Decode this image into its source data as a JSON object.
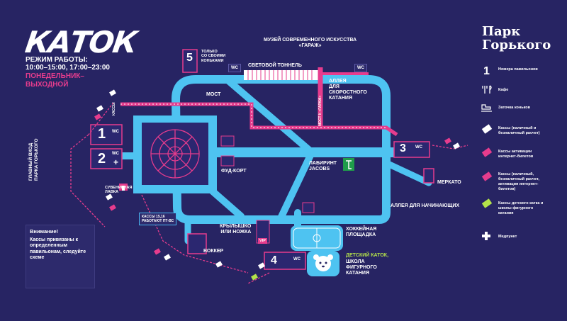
{
  "header": {
    "logo_text": "КАТОК",
    "hours_title": "РЕЖИМ РАБОТЫ:",
    "hours": "10:00–15:00, 17:00–23:00",
    "closed_day": "ПОНЕДЕЛЬНИК–\nВЫХОДНОЙ",
    "park_name": "Парк\nГорького"
  },
  "map_labels": {
    "main_entrance": "ГЛАВНЫЙ ВХОД\nПАРКА ГОРЬКОГО",
    "museum": "МУЗЕЙ СОВРЕМЕННОГО ИСКУССТВА\n«ГАРАЖ»",
    "tunnel": "СВЕТОВОЙ ТОННЕЛЬ",
    "bridge": "МОСТ",
    "fast_skating_alley": "АЛЛЕЯ\nДЛЯ\nСКОРОСТНОГО\nКАТАНИЯ",
    "garage_bridge": "МОСТ К «ГАРАЖ»",
    "food_court": "ФУД-КОРТ",
    "labyrinth": "ЛАБИРИНТ\nJACOBS",
    "merkato": "МЕРКАТО",
    "beginners_alley": "АЛЛЕЯ ДЛЯ НАЧИНАЮЩИХ",
    "souvenir_shop": "СУВЕНИРНАЯ\nЛАВКА",
    "kassy_cashier": "КАССЫ",
    "kassy_note": "КАССЫ 15,16\nРАБОТАЮТ ПТ-ВС",
    "wings_legs": "КРЫЛЫШКО\nИЛИ НОЖКА",
    "vip": "VIP",
    "vokker": "ВОККЕР",
    "hockey": "ХОККЕЙНАЯ\nПЛОЩАДКА",
    "kids_rink": "ДЕТСКИЙ КАТОК,",
    "kids_rink_school": "ШКОЛА\nФИГУРНОГО\nКАТАНИЯ",
    "only_own_skates": "ТОЛЬКО\nСО СВОИМИ\nКОНЬКАМИ",
    "wc": "WC"
  },
  "pavilions": [
    "1",
    "2",
    "3",
    "4",
    "5"
  ],
  "warning": {
    "title": "Внимание!",
    "text": "Кассы привязаны к определенным павильонам, следуйте схеме"
  },
  "legend": [
    {
      "icon": "number",
      "symbol": "1",
      "label": "Номера павильонов"
    },
    {
      "icon": "cafe-icon",
      "symbol": "",
      "label": "Кафе"
    },
    {
      "icon": "skate-sharpening-icon",
      "symbol": "",
      "label": "Заточка коньков"
    },
    {
      "icon": "ticket-icon",
      "color": "#ffffff",
      "label": "Кассы (наличный и безналичный расчет)"
    },
    {
      "icon": "ticket-icon",
      "color": "#e63c8d",
      "label": "Кассы активации интернет-билетов"
    },
    {
      "icon": "ticket-icon",
      "color": "#e63c8d",
      "label": "Кассы (наличный, безналичный расчет, активация интернет-билетов)"
    },
    {
      "icon": "ticket-icon",
      "color": "#b4e24a",
      "label": "Кассы детского катка и школы фигурного катания"
    },
    {
      "icon": "medical-cross-icon",
      "symbol": "+",
      "label": "Медпункт"
    }
  ],
  "colors": {
    "background": "#272463",
    "rink": "#4ec3f1",
    "accent": "#e63c8d",
    "green": "#b4e24a",
    "pavilion": "#2b2770"
  }
}
